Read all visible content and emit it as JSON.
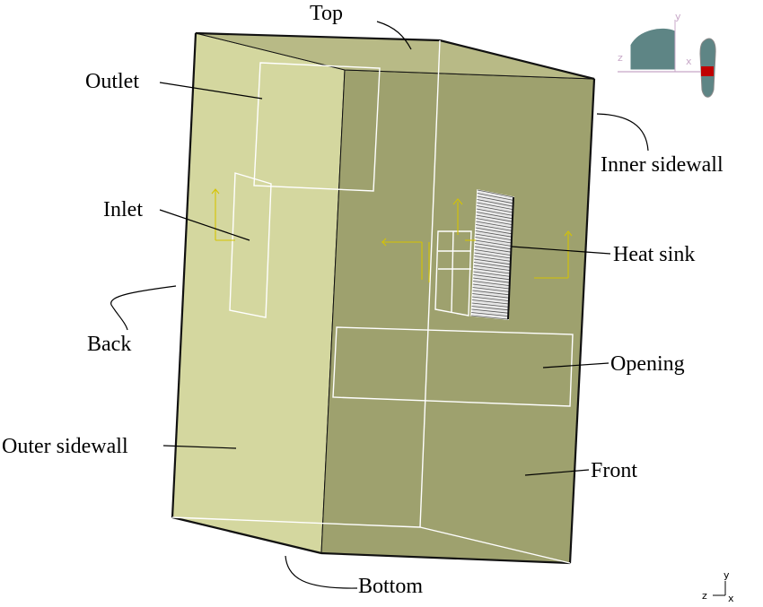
{
  "labels": {
    "top": "Top",
    "outlet": "Outlet",
    "inner_sidewall": "Inner sidewall",
    "inlet": "Inlet",
    "heat_sink": "Heat sink",
    "back": "Back",
    "opening": "Opening",
    "outer_sidewall": "Outer sidewall",
    "front": "Front",
    "bottom": "Bottom"
  },
  "triad": {
    "y": "y",
    "z": "z",
    "x": "x"
  },
  "colors": {
    "outer_sidewall": "#d4d79f",
    "front": "#9ea16e",
    "top_strip": "#b8ba86",
    "edge": "#111111",
    "wire": "#ffffff",
    "marker_yellow": "#d6c400",
    "nav_fill": "#5e8585",
    "nav_highlight": "#c00000"
  },
  "icons": [
    "view-navigator-icon",
    "axis-triad-icon"
  ]
}
